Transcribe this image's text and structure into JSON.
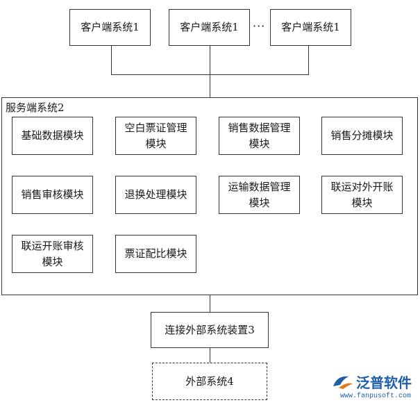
{
  "clients": [
    {
      "label": "客户端系统1"
    },
    {
      "label": "客户端系统1"
    },
    {
      "label": "客户端系统1"
    }
  ],
  "ellipsis": "···",
  "server": {
    "label": "服务端系统2",
    "modules": [
      {
        "lines": [
          "基础数据模块"
        ]
      },
      {
        "lines": [
          "空白票证管理",
          "模块"
        ]
      },
      {
        "lines": [
          "销售数据管理",
          "模块"
        ]
      },
      {
        "lines": [
          "销售分摊模块"
        ]
      },
      {
        "lines": [
          "销售审核模块"
        ]
      },
      {
        "lines": [
          "退换处理模块"
        ]
      },
      {
        "lines": [
          "运输数据管理",
          "模块"
        ]
      },
      {
        "lines": [
          "联运对外开账",
          "模块"
        ]
      },
      {
        "lines": [
          "联运开账审核",
          "模块"
        ]
      },
      {
        "lines": [
          "票证配比模块"
        ]
      }
    ]
  },
  "connector": {
    "label": "连接外部系统装置3"
  },
  "external": {
    "label": "外部系统4"
  },
  "watermark": {
    "name": "泛普软件",
    "url": "www.fanpusoft.com"
  },
  "colors": {
    "line": "#333333",
    "logo": "#1f5fa8"
  }
}
